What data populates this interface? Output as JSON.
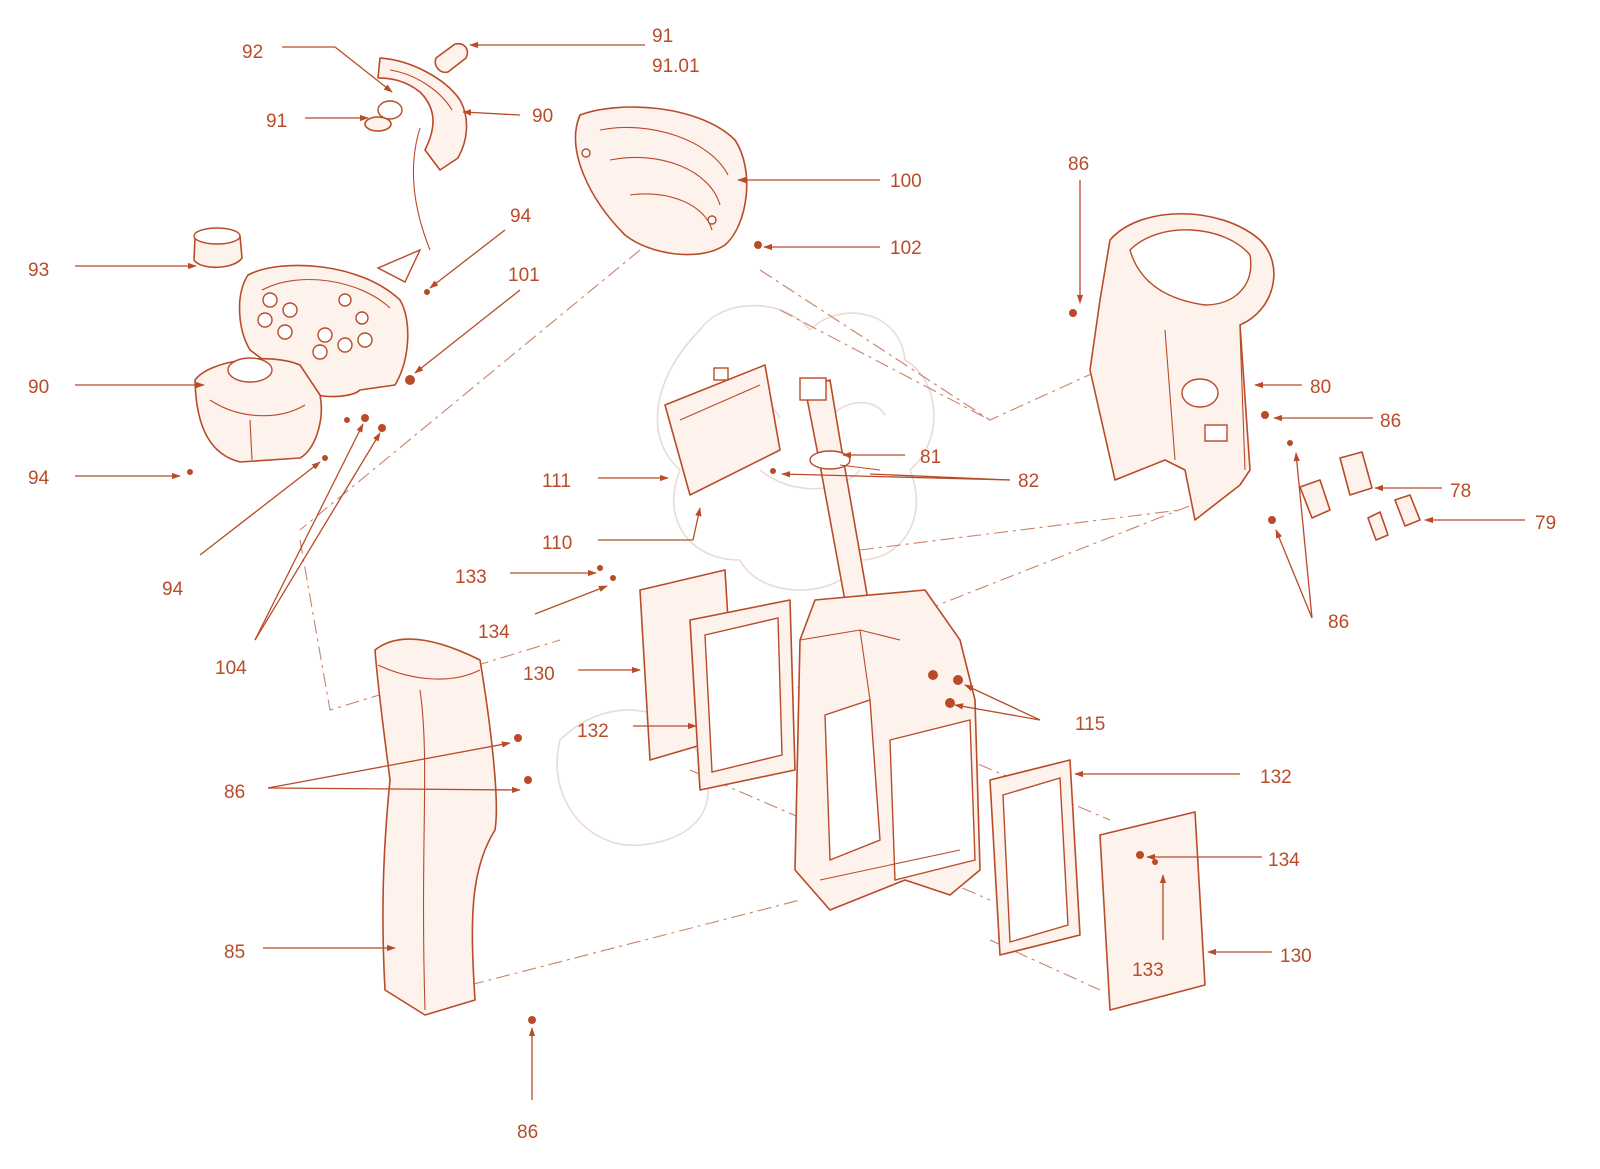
{
  "diagram": {
    "accent_color": "#b94b28",
    "callouts": [
      {
        "id": "c-91-top",
        "label": "91"
      },
      {
        "id": "c-9101",
        "label": "91.01"
      },
      {
        "id": "c-92",
        "label": "92"
      },
      {
        "id": "c-91-left",
        "label": "91"
      },
      {
        "id": "c-90-top",
        "label": "90"
      },
      {
        "id": "c-100",
        "label": "100"
      },
      {
        "id": "c-102",
        "label": "102"
      },
      {
        "id": "c-94-top",
        "label": "94"
      },
      {
        "id": "c-93",
        "label": "93"
      },
      {
        "id": "c-101",
        "label": "101"
      },
      {
        "id": "c-90-left",
        "label": "90"
      },
      {
        "id": "c-94-left",
        "label": "94"
      },
      {
        "id": "c-94-bottom",
        "label": "94"
      },
      {
        "id": "c-104",
        "label": "104"
      },
      {
        "id": "c-86-top",
        "label": "86"
      },
      {
        "id": "c-80",
        "label": "80"
      },
      {
        "id": "c-86-right",
        "label": "86"
      },
      {
        "id": "c-81",
        "label": "81"
      },
      {
        "id": "c-82",
        "label": "82"
      },
      {
        "id": "c-78",
        "label": "78"
      },
      {
        "id": "c-79",
        "label": "79"
      },
      {
        "id": "c-86-mid",
        "label": "86"
      },
      {
        "id": "c-111",
        "label": "111"
      },
      {
        "id": "c-110",
        "label": "110"
      },
      {
        "id": "c-133-left",
        "label": "133"
      },
      {
        "id": "c-134-left",
        "label": "134"
      },
      {
        "id": "c-130-left",
        "label": "130"
      },
      {
        "id": "c-132-left",
        "label": "132"
      },
      {
        "id": "c-115",
        "label": "115"
      },
      {
        "id": "c-132-right",
        "label": "132"
      },
      {
        "id": "c-134-right",
        "label": "134"
      },
      {
        "id": "c-133-right",
        "label": "133"
      },
      {
        "id": "c-130-right",
        "label": "130"
      },
      {
        "id": "c-86-left",
        "label": "86"
      },
      {
        "id": "c-85",
        "label": "85"
      },
      {
        "id": "c-86-bottom",
        "label": "86"
      }
    ]
  }
}
